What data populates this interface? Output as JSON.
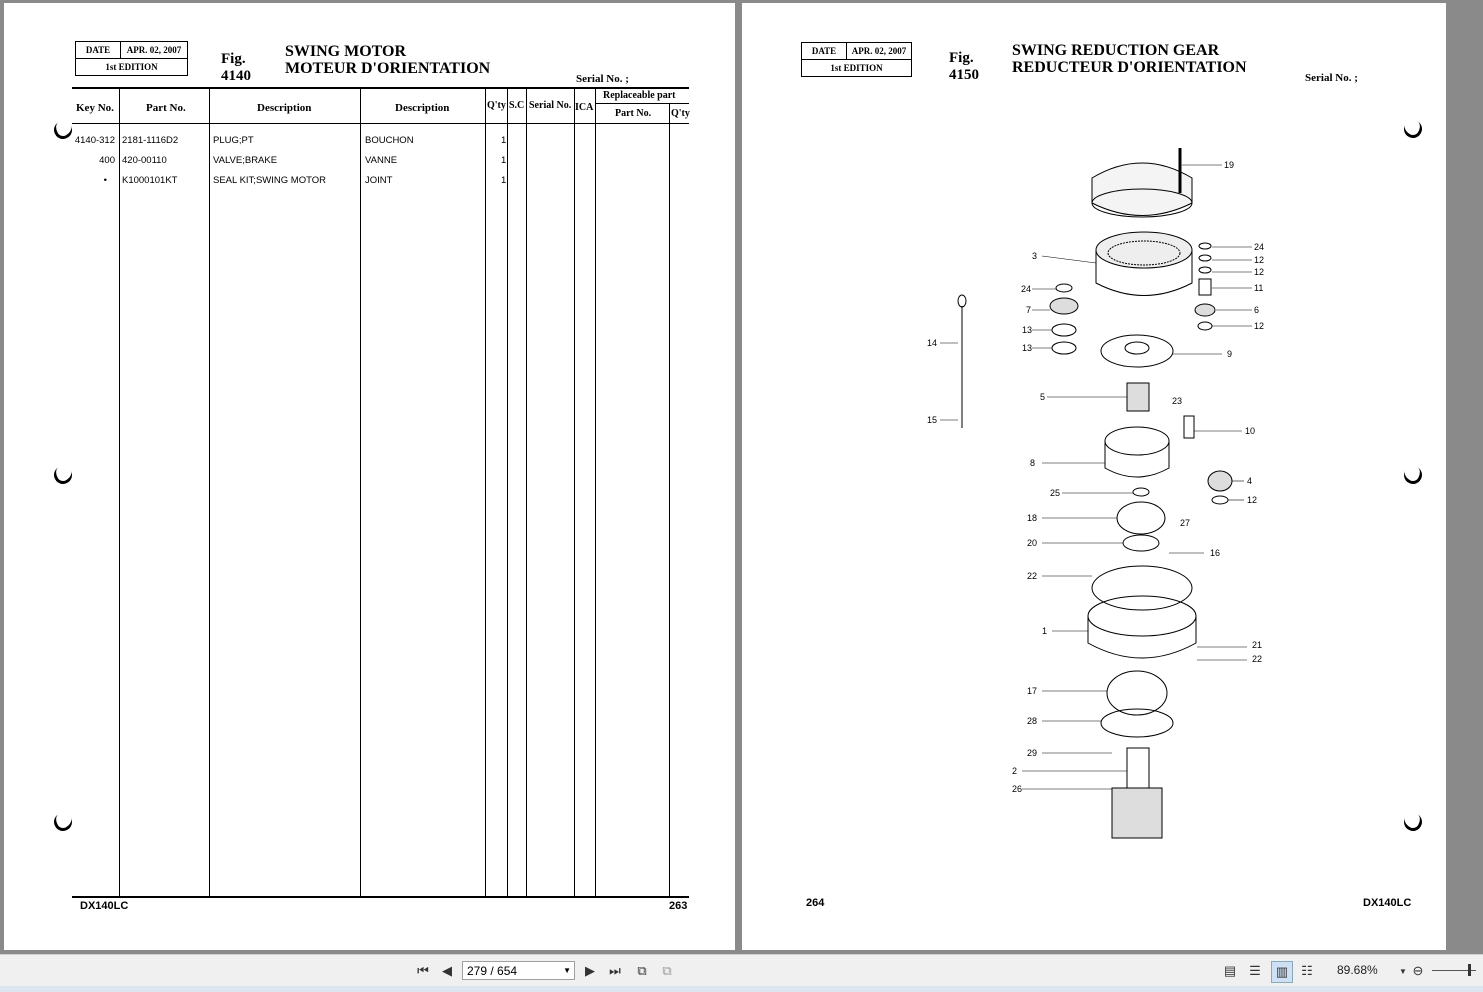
{
  "left_page": {
    "date_label": "DATE",
    "date_value": "APR. 02, 2007",
    "edition": "1st EDITION",
    "fig_number": "Fig. 4140",
    "title_en": "SWING MOTOR",
    "title_fr": "MOTEUR D'ORIENTATION",
    "serial": "Serial No. ;",
    "headers": {
      "key_no": "Key No.",
      "part_no": "Part No.",
      "description": "Description",
      "description_fr": "Description",
      "qty": "Q'ty",
      "sc": "S.C",
      "serial_no": "Serial No.",
      "ica": "ICA",
      "replaceable": "Replaceable part",
      "rep_part_no": "Part No.",
      "rep_qty": "Q'ty"
    },
    "rows": [
      {
        "key": "4140-312",
        "part": "2181-1116D2",
        "desc_en": "PLUG;PT",
        "desc_fr": "BOUCHON",
        "qty": "1"
      },
      {
        "key": "400",
        "part": "420-00110",
        "desc_en": "VALVE;BRAKE",
        "desc_fr": "VANNE",
        "qty": "1"
      },
      {
        "key": "•",
        "part": "K1000101KT",
        "desc_en": "SEAL KIT;SWING MOTOR",
        "desc_fr": "JOINT",
        "qty": "1"
      }
    ],
    "footer_model": "DX140LC",
    "footer_page": "263"
  },
  "right_page": {
    "date_label": "DATE",
    "date_value": "APR. 02, 2007",
    "edition": "1st EDITION",
    "fig_number": "Fig. 4150",
    "title_en": "SWING REDUCTION GEAR",
    "title_fr": "REDUCTEUR D'ORIENTATION",
    "serial": "Serial No. ;",
    "callouts": [
      "19",
      "24",
      "12",
      "12",
      "11",
      "6",
      "12",
      "9",
      "3",
      "24",
      "7",
      "13",
      "13",
      "14",
      "5",
      "23",
      "15",
      "10",
      "8",
      "4",
      "12",
      "25",
      "27",
      "18",
      "20",
      "16",
      "22",
      "1",
      "21",
      "22",
      "17",
      "28",
      "29",
      "2",
      "26"
    ],
    "footer_page": "264",
    "footer_model": "DX140LC"
  },
  "toolbar": {
    "page_indicator": "279 / 654",
    "zoom": "89.68%",
    "icons": [
      "first-page-icon",
      "prev-page-icon",
      "next-page-icon",
      "last-page-icon",
      "open-file-icon",
      "fit-page-icon",
      "single-page-icon",
      "continuous-icon",
      "two-page-icon",
      "two-page-continuous-icon",
      "zoom-out-icon"
    ]
  }
}
